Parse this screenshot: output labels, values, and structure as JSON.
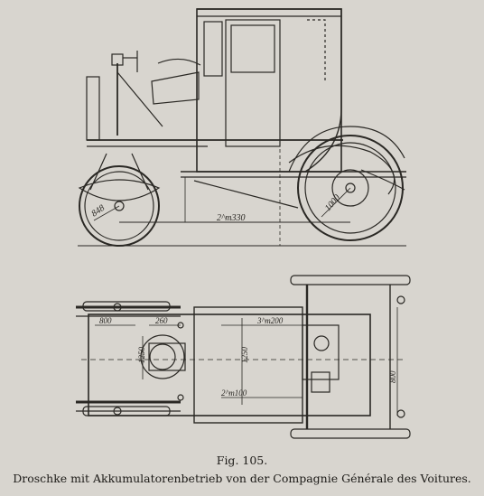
{
  "figure": {
    "number_label": "Fig. 105.",
    "caption": "Droschke mit Akkumulatorenbetrieb von der Compagnie Générale des Voitures."
  },
  "dimensions": {
    "side_front_wheel": "848",
    "side_rear_wheel": "1000",
    "side_wheelbase": "2^m330",
    "top_a": "800",
    "top_b": "260",
    "top_c": "3^m200",
    "top_d": "1250",
    "top_e": "1250",
    "top_f": "2^m100",
    "top_g": "800"
  },
  "colors": {
    "paper": "#d8d5cf",
    "ink": "#2a2824"
  }
}
